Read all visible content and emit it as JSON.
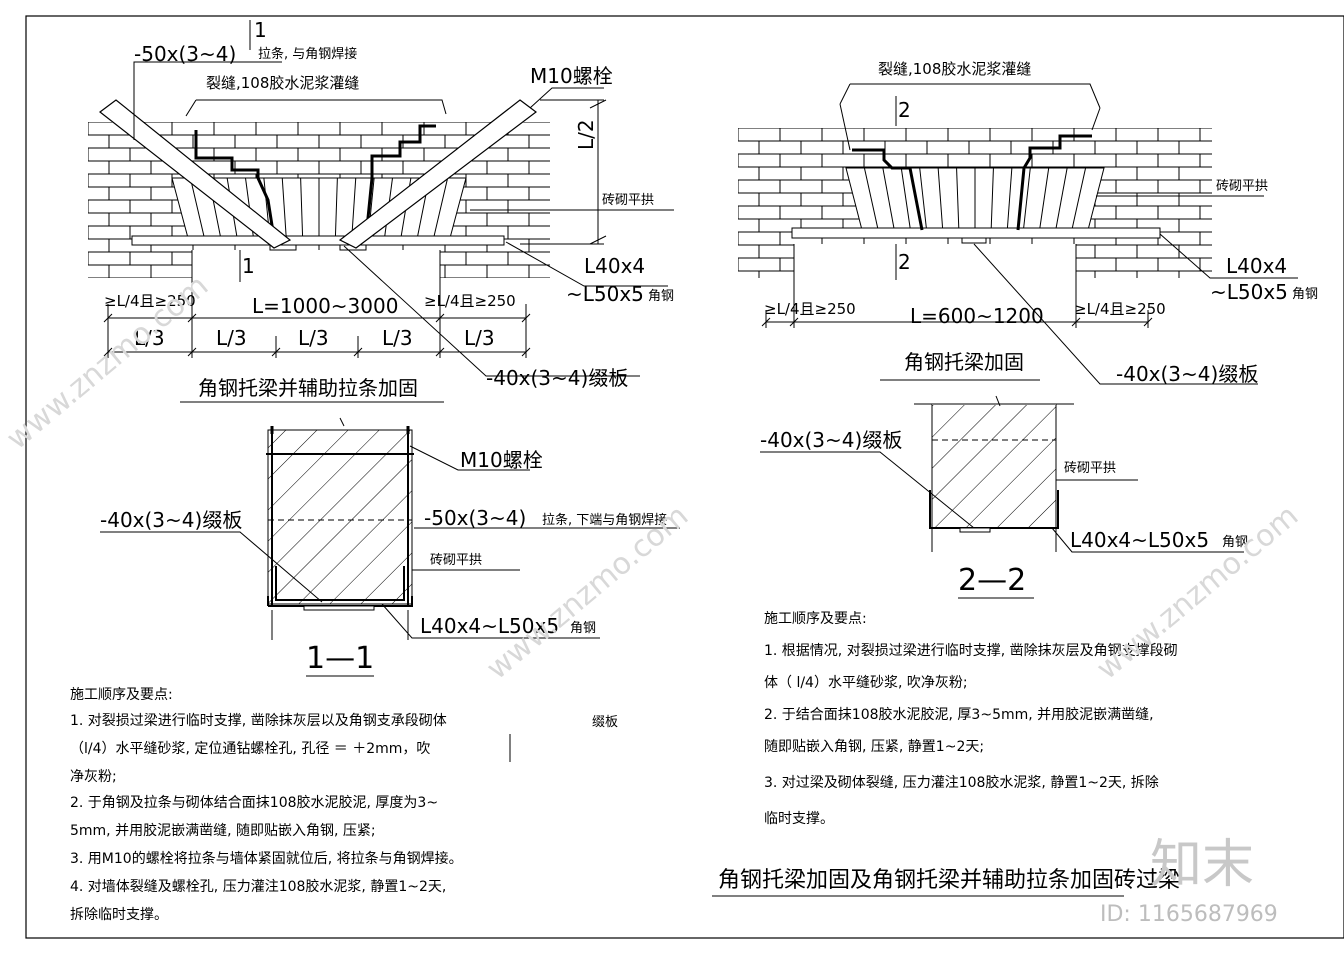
{
  "left_detail": {
    "strap_top": "-50x(3~4)",
    "strap_top_note": "拉条, 与角钢焊接",
    "section_mark_top": "1",
    "section_mark_bottom": "1",
    "crack_note": "裂缝,108胶水泥浆灌缝",
    "bolt": "M10螺栓",
    "half_l": "L/2",
    "arch": "砖砌平拱",
    "angle1": "L40x4",
    "angle2": "~L50x5",
    "angle_suffix": "角钢",
    "bearing_left": "≥L/4且≥250",
    "bearing_right": "≥L/4且≥250",
    "span": "L=1000~3000",
    "thirds": [
      "L/3",
      "L/3",
      "L/3",
      "L/3",
      "L/3"
    ],
    "batten": "-40x(3~4)缀板",
    "caption": "角钢托梁并辅助拉条加固"
  },
  "right_detail": {
    "crack_note": "裂缝,108胶水泥浆灌缝",
    "section_mark_top": "2",
    "section_mark_bottom": "2",
    "arch": "砖砌平拱",
    "angle1": "L40x4",
    "angle2": "~L50x5",
    "angle_suffix": "角钢",
    "bearing_left": "≥L/4且≥250",
    "bearing_right": "≥L/4且≥250",
    "span": "L=600~1200",
    "batten": "-40x(3~4)缀板",
    "caption": "角钢托梁加固"
  },
  "section_1_1": {
    "bolt": "M10螺栓",
    "batten": "-40x(3~4)缀板",
    "strap": "-50x(3~4)",
    "strap_note": "拉条, 下端与角钢焊接",
    "arch": "砖砌平拱",
    "angle": "L40x4~L50x5",
    "angle_suffix": "角钢",
    "label": "1—1"
  },
  "section_2_2": {
    "batten": "-40x(3~4)缀板",
    "arch": "砖砌平拱",
    "angle": "L40x4~L50x5",
    "angle_suffix": "角钢",
    "label": "2—2"
  },
  "notes_left": {
    "heading": "施工顺序及要点:",
    "stray": "缀板",
    "lines": [
      "1.      对裂损过梁进行临时支撑, 凿除抹灰层以及角钢支承段砌体",
      "（l/4）水平缝砂浆, 定位通钻螺栓孔, 孔径 ＝ ＋2mm，吹",
      "净灰粉;",
      "2.      于角钢及拉条与砌体结合面抹108胶水泥胶泥, 厚度为3~",
      "5mm, 并用胶泥嵌满凿缝, 随即贴嵌入角钢, 压紧;",
      "3.      用M10的螺栓将拉条与墙体紧固就位后, 将拉条与角钢焊接。",
      "4.      对墙体裂缝及螺栓孔, 压力灌注108胶水泥浆, 静置1~2天,",
      "拆除临时支撑。"
    ]
  },
  "notes_right": {
    "heading": "施工顺序及要点:",
    "lines": [
      "1.      根据情况, 对裂损过梁进行临时支撑, 凿除抹灰层及角钢支撑段砌",
      "体（ l/4）水平缝砂浆, 吹净灰粉;",
      "2.      于结合面抹108胶水泥胶泥, 厚3~5mm, 并用胶泥嵌满凿缝,",
      "随即贴嵌入角钢, 压紧, 静置1~2天;",
      "3.      对过梁及砌体裂缝, 压力灌注108胶水泥浆, 静置1~2天, 拆除",
      "临时支撑。"
    ]
  },
  "sheet_title": "角钢托梁加固及角钢托梁并辅助拉条加固砖过梁",
  "watermark": {
    "text": "www.znzmo.com",
    "logo": "知末",
    "id": "ID: 1165687969"
  }
}
